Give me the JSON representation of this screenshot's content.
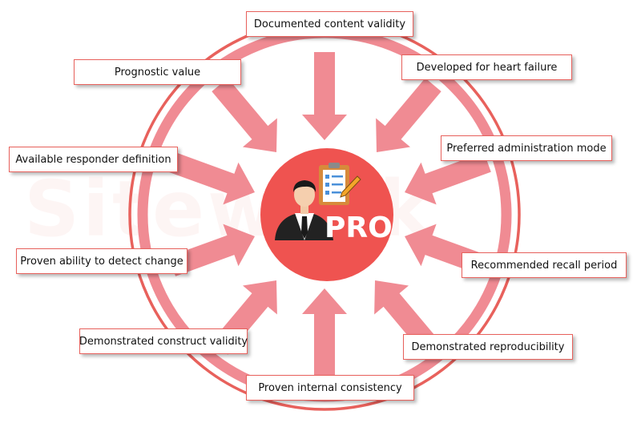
{
  "center": {
    "title": "PRO",
    "color": "#ef5350"
  },
  "accent": {
    "ring": "#e8615c",
    "arrow": "#f08b93"
  },
  "watermark": "Sitework",
  "labels": {
    "top": "Documented content validity",
    "top_right": "Developed for heart failure",
    "right_upper": "Preferred administration mode",
    "right_lower": "Recommended recall period",
    "bottom_right": "Demonstrated reproducibility",
    "bottom": "Proven internal consistency",
    "bottom_left": "Demonstrated construct validity",
    "left_lower": "Proven ability to detect change",
    "left_upper": "Available responder definition",
    "top_left": "Prognostic value"
  }
}
